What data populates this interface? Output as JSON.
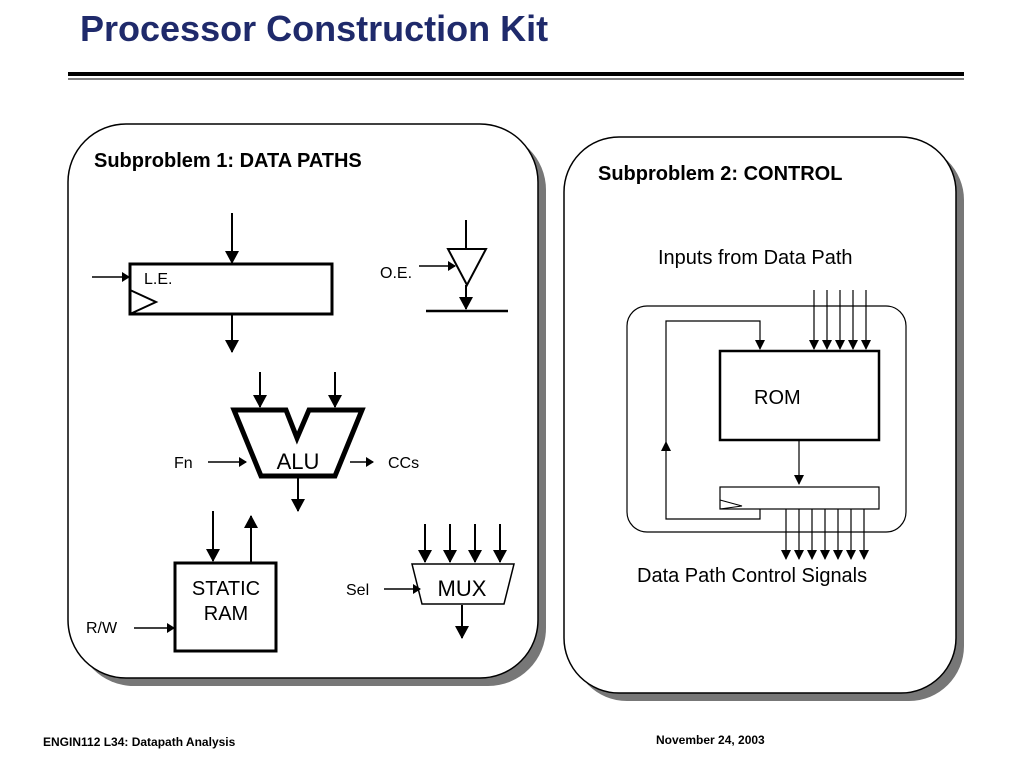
{
  "slide": {
    "title": "Processor Construction Kit",
    "rule_color": "#000000",
    "title_color": "#1f2a6b"
  },
  "datapath_panel": {
    "heading": "Subproblem 1: DATA PATHS",
    "register": {
      "label": "L.E."
    },
    "tristate": {
      "label": "O.E."
    },
    "alu": {
      "label": "ALU",
      "input_label": "Fn",
      "output_label": "CCs"
    },
    "ram": {
      "line1": "STATIC",
      "line2": "RAM",
      "control_label": "R/W"
    },
    "mux": {
      "label": "MUX",
      "select_label": "Sel"
    }
  },
  "control_panel": {
    "heading": "Subproblem 2: CONTROL",
    "inputs_label": "Inputs from Data Path",
    "rom_label": "ROM",
    "outputs_label": "Data Path Control Signals"
  },
  "footer": {
    "left": "ENGIN112  L34: Datapath Analysis",
    "right": "November 24, 2003"
  }
}
